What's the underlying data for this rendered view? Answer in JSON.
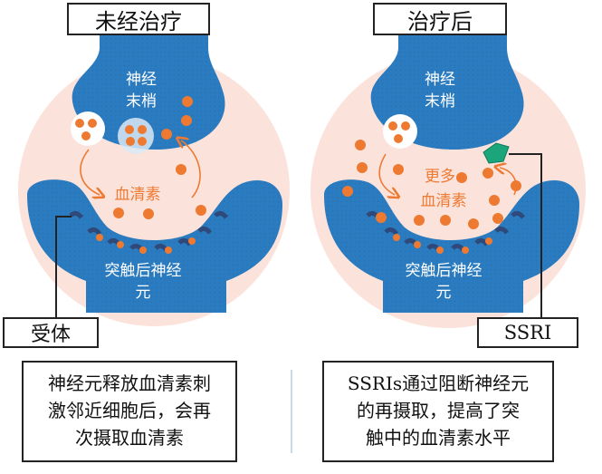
{
  "left_panel": {
    "title": "未经治疗",
    "presynaptic_line1": "神经",
    "presynaptic_line2": "末梢",
    "neurotransmitter": "血清素",
    "postsynaptic_line1": "突触后神经",
    "postsynaptic_line2": "元",
    "receptor_label": "受体",
    "caption_lines": [
      "神经元释放血清素刺",
      "激邻近细胞后，会再",
      "次摄取血清素"
    ]
  },
  "right_panel": {
    "title": "治疗后",
    "presynaptic_line1": "神经",
    "presynaptic_line2": "末梢",
    "neurotransmitter_line1": "更多",
    "neurotransmitter_line2": "血清素",
    "postsynaptic_line1": "突触后神经",
    "postsynaptic_line2": "元",
    "drug_label": "SSRI",
    "caption_lines": [
      "SSRIs通过阻断神经元",
      "的再摄取，提高了突",
      "触中的血清素水平"
    ]
  },
  "colors": {
    "background_circle": "#fbe3dc",
    "neuron_blue": "#2a7bbf",
    "neuron_dark": "#1d5f99",
    "serotonin_orange": "#ee7a32",
    "vesicle": "#ffffff",
    "ssri_green": "#1aa57a",
    "receptor": "#2f4a7a"
  }
}
